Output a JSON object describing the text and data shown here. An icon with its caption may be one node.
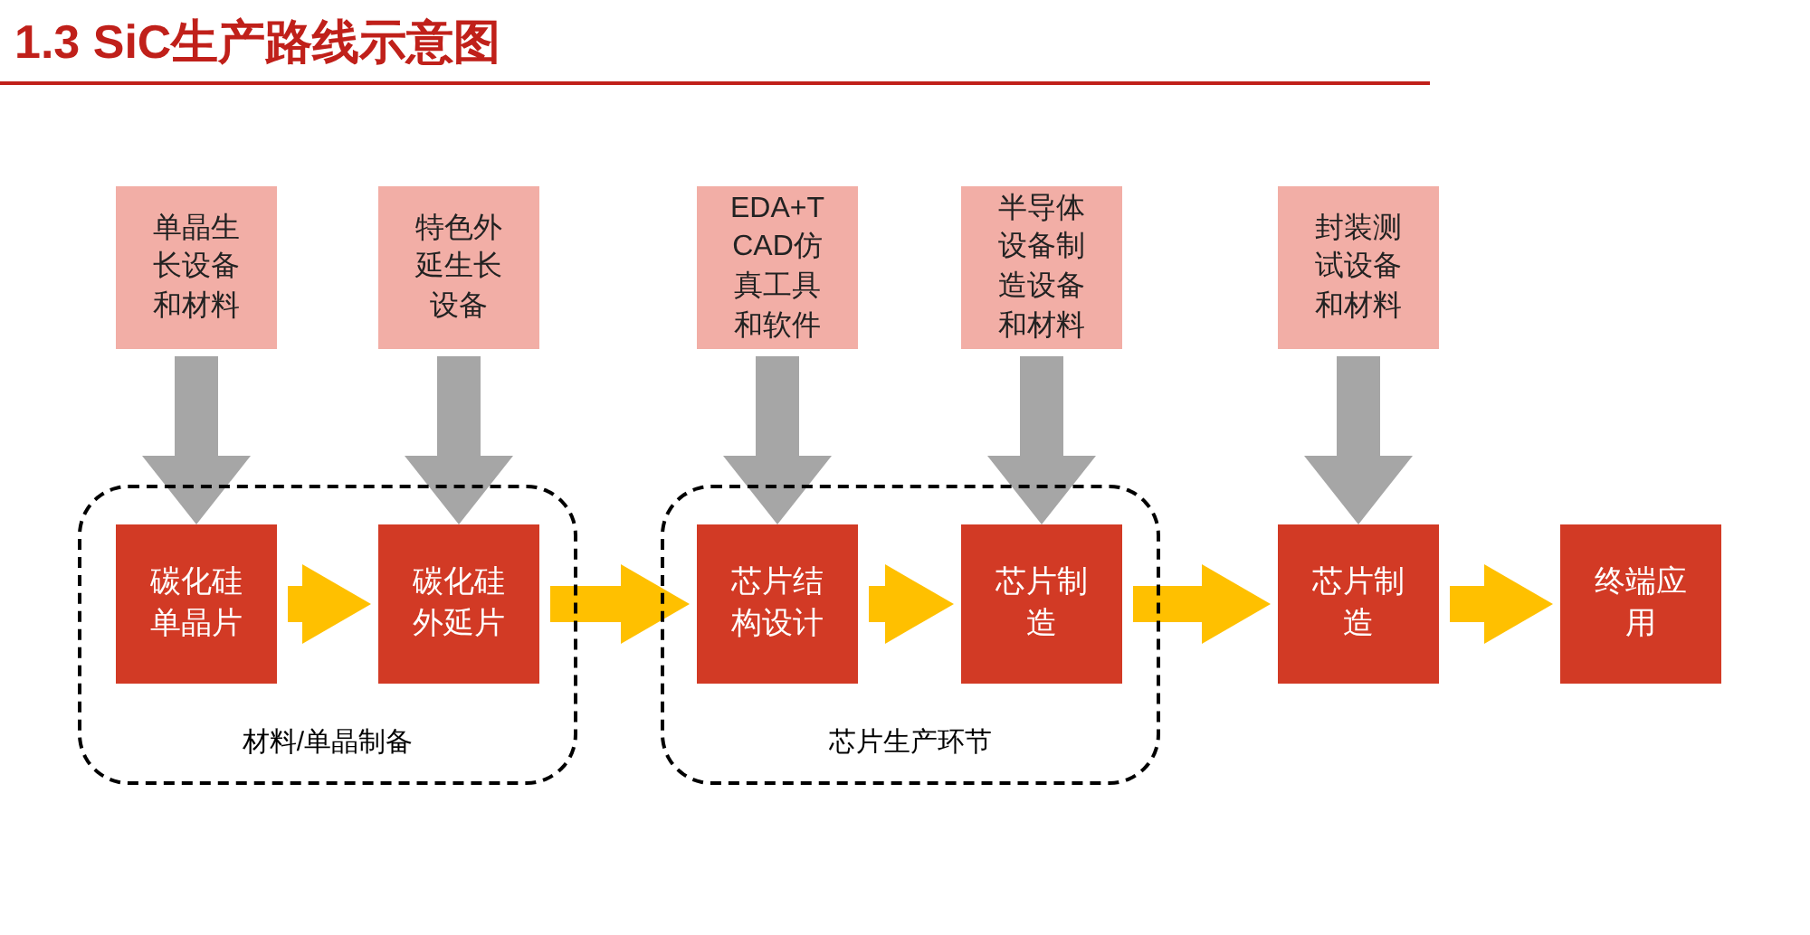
{
  "diagram": {
    "title": "1.3 SiC生产路线示意图",
    "nodes": [
      {
        "text": [
          "材料/单晶制备"
        ]
      },
      {
        "text": [
          "碳化硅单晶片"
        ],
        "in": 0
      },
      {
        "text": [
          "碳化硅外延片"
        ],
        "in": 0
      },
      {
        "text": [
          "芯片生产环节"
        ]
      },
      {
        "text": [
          "芯片结构设计"
        ],
        "in": 3
      },
      {
        "text": [
          "芯片制造"
        ],
        "in": 3
      },
      {
        "text": [
          "芯片制造"
        ]
      },
      {
        "text": [
          "终端应用"
        ]
      },
      {
        "text": [
          "单晶生长设备和材料"
        ]
      },
      {
        "text": [
          "特色外延生长设备"
        ]
      },
      {
        "text": [
          "EDA+TCAD仿真工具和软件"
        ]
      },
      {
        "text": [
          "半导体设备制造设备和材料"
        ]
      },
      {
        "text": [
          "封装测试设备和材料"
        ]
      }
    ],
    "edges": [
      {
        "from": 8,
        "to": 1,
        "arrow": "to",
        "color": "#a6a6a6"
      },
      {
        "from": 9,
        "to": 2,
        "arrow": "to",
        "color": "#a6a6a6"
      },
      {
        "from": 10,
        "to": 4,
        "arrow": "to",
        "color": "#a6a6a6"
      },
      {
        "from": 11,
        "to": 5,
        "arrow": "to",
        "color": "#a6a6a6"
      },
      {
        "from": 12,
        "to": 6,
        "arrow": "to",
        "color": "#a6a6a6"
      },
      {
        "from": 1,
        "to": 2,
        "arrow": "to",
        "color": "#ffc000"
      },
      {
        "from": 2,
        "to": 4,
        "arrow": "to",
        "color": "#ffc000"
      },
      {
        "from": 4,
        "to": 5,
        "arrow": "to",
        "color": "#ffc000"
      },
      {
        "from": 5,
        "to": 6,
        "arrow": "to",
        "color": "#ffc000"
      },
      {
        "from": 6,
        "to": 7,
        "arrow": "to",
        "color": "#ffc000"
      }
    ]
  }
}
